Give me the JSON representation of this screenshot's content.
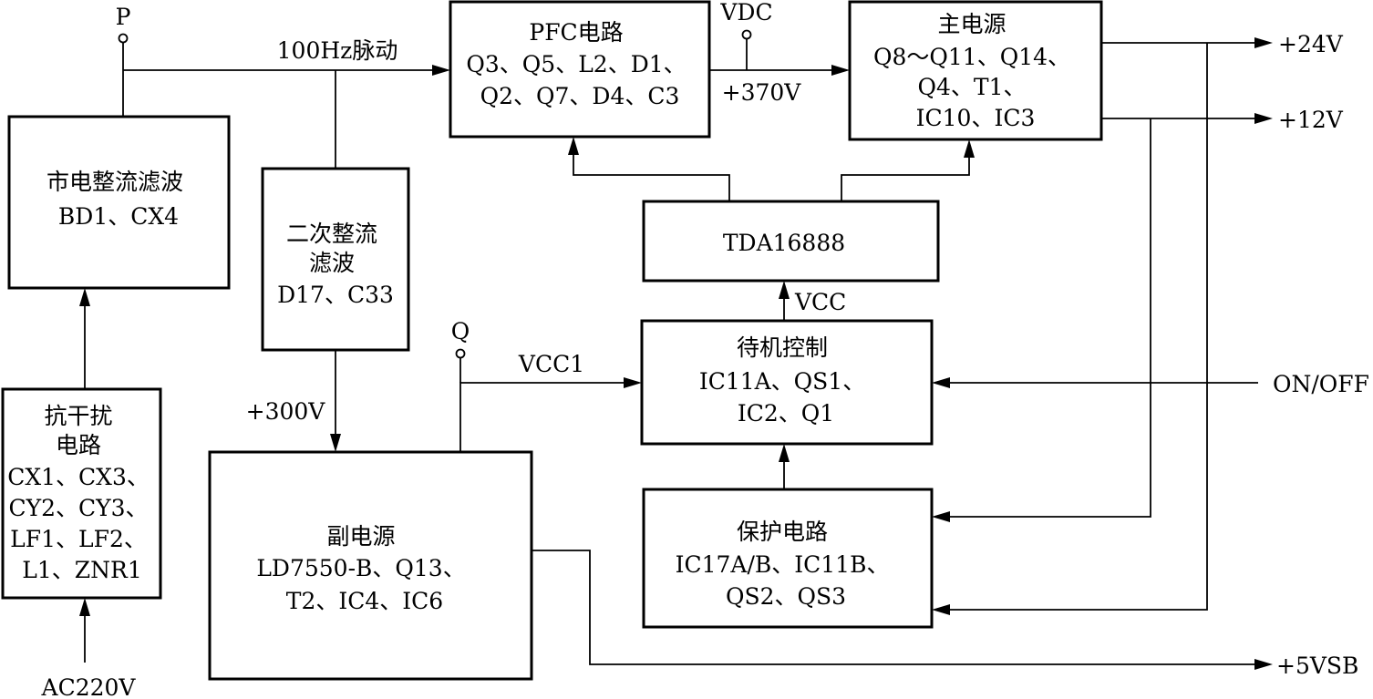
{
  "colors": {
    "ink": "#000000",
    "paper": "#ffffff"
  },
  "blocks": {
    "pfc": {
      "lines": [
        "PFC电路",
        "Q3、Q5、L2、D1、",
        "Q2、Q7、D4、C3"
      ]
    },
    "main_power": {
      "lines": [
        "主电源",
        "Q8～Q11、Q14、",
        "Q4、T1、",
        "IC10、IC3"
      ]
    },
    "rectifier": {
      "lines": [
        "市电整流滤波",
        "BD1、CX4"
      ]
    },
    "secondary_rectifier": {
      "lines": [
        "二次整流",
        "滤波",
        "D17、C33"
      ]
    },
    "tda": {
      "lines": [
        "TDA16888"
      ]
    },
    "standby": {
      "lines": [
        "待机控制",
        "IC11A、QS1、",
        "IC2、Q1"
      ]
    },
    "emi": {
      "lines": [
        "抗干扰",
        "电路",
        "CX1、CX3、",
        "CY2、CY3、",
        "LF1、LF2、",
        "L1、ZNR1"
      ]
    },
    "aux_power": {
      "lines": [
        "副电源",
        "LD7550-B、Q13、",
        "T2、IC4、IC6"
      ]
    },
    "protection": {
      "lines": [
        "保护电路",
        "IC17A/B、IC11B、",
        "QS2、QS3"
      ]
    }
  },
  "labels": {
    "node_p": "P",
    "pulse": "100Hz脉动",
    "vdc": "VDC",
    "v370": "+370V",
    "out_24v": "+24V",
    "out_12v": "+12V",
    "vcc": "VCC",
    "node_q": "Q",
    "vcc1": "VCC1",
    "on_off": "ON/OFF",
    "v300": "+300V",
    "out_5vsb": "+5VSB",
    "ac_input": "AC220V"
  }
}
